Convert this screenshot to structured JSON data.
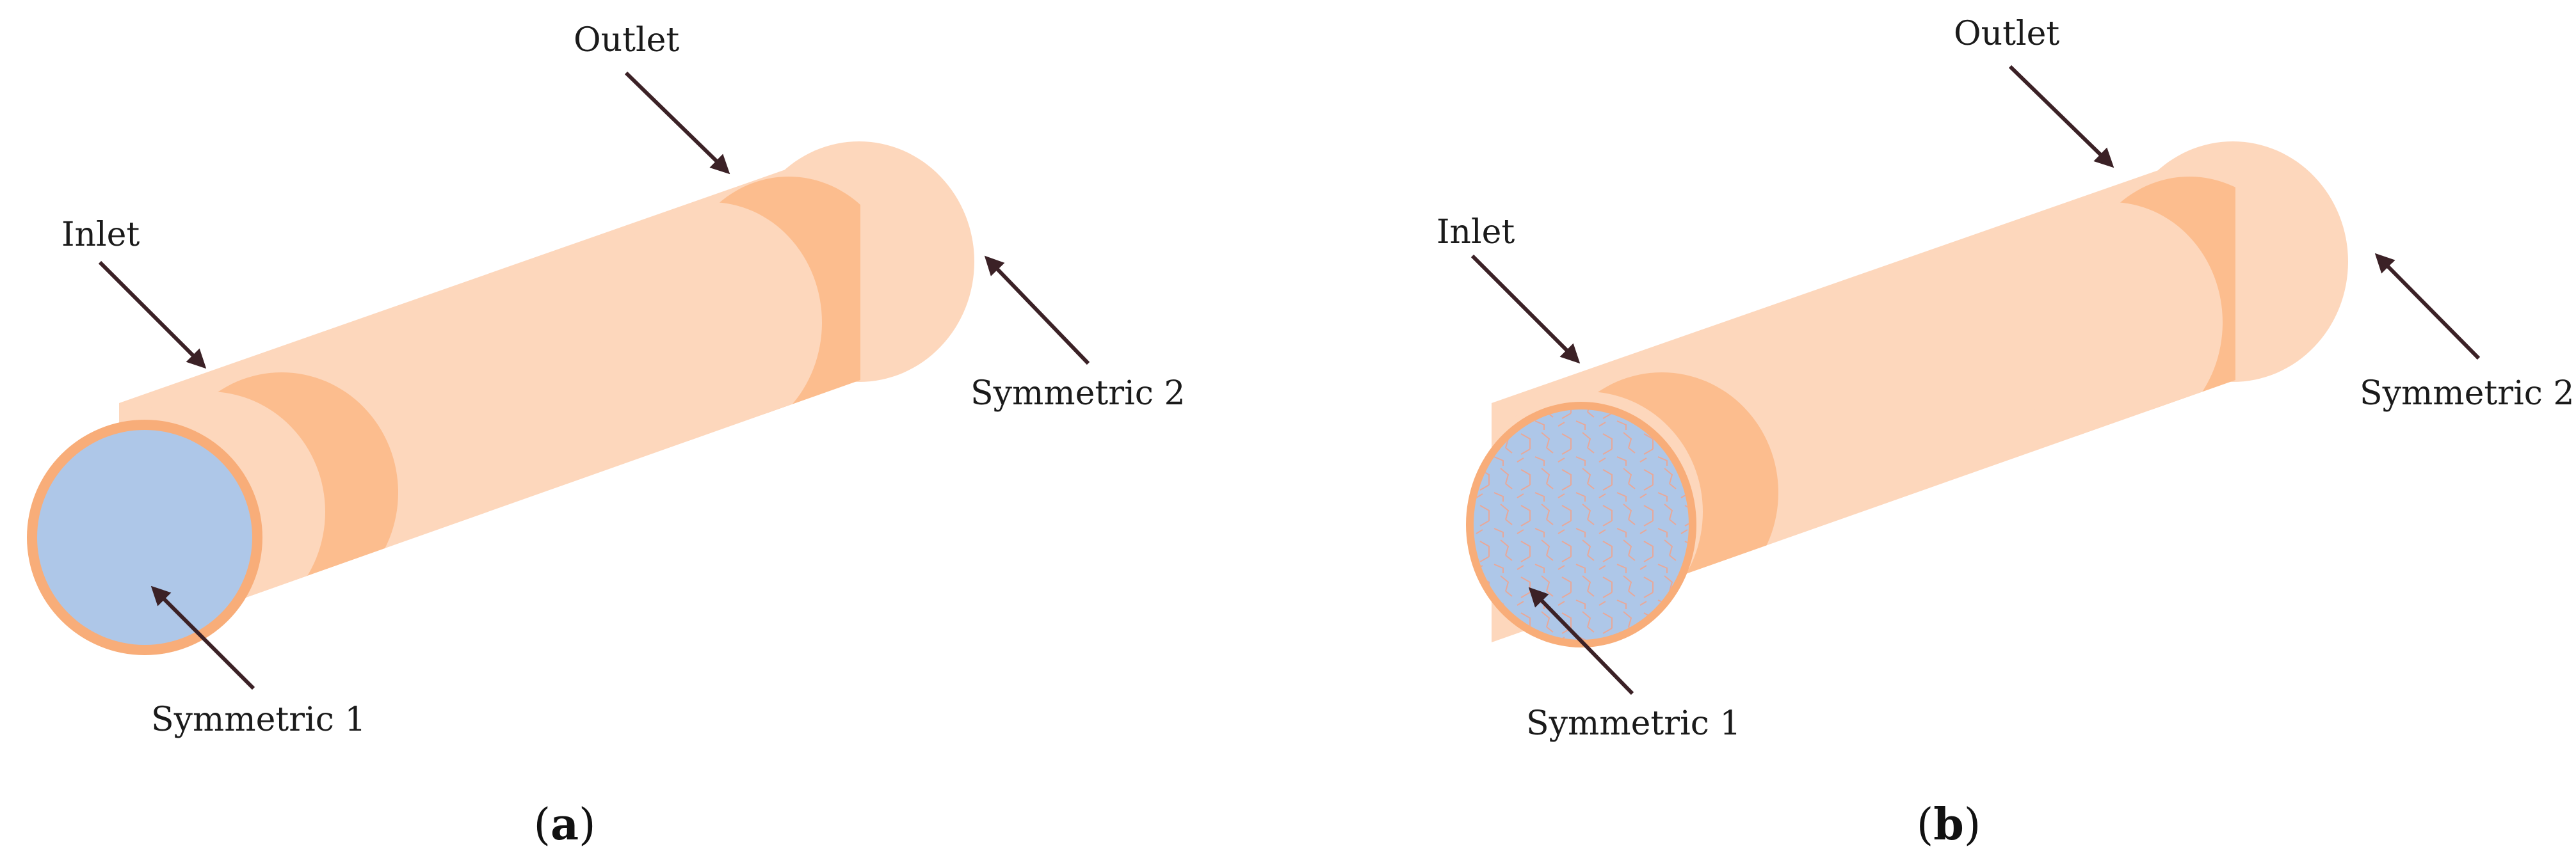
{
  "panels": [
    {
      "id": "a",
      "caption_open": "(",
      "caption_letter": "a",
      "caption_close": ")",
      "domain_fill": "porous-medium",
      "labels": {
        "inlet": "Inlet",
        "outlet": "Outlet",
        "symmetric_1": "Symmetric 1",
        "symmetric_2": "Symmetric 2"
      }
    },
    {
      "id": "b",
      "caption_open": "(",
      "caption_letter": "b",
      "caption_close": ")",
      "domain_fill": "cellular-structure",
      "labels": {
        "inlet": "Inlet",
        "outlet": "Outlet",
        "symmetric_1": "Symmetric 1",
        "symmetric_2": "Symmetric 2"
      }
    }
  ],
  "colors": {
    "cylinder_body": "#FDD7BC",
    "cylinder_band": "#FCBD8E",
    "rim": "#F8AD79",
    "end_face": "#AEC7E8",
    "cell_lines": "#E8A899",
    "arrow": "#3B2126",
    "text": "#1A1A1A"
  }
}
